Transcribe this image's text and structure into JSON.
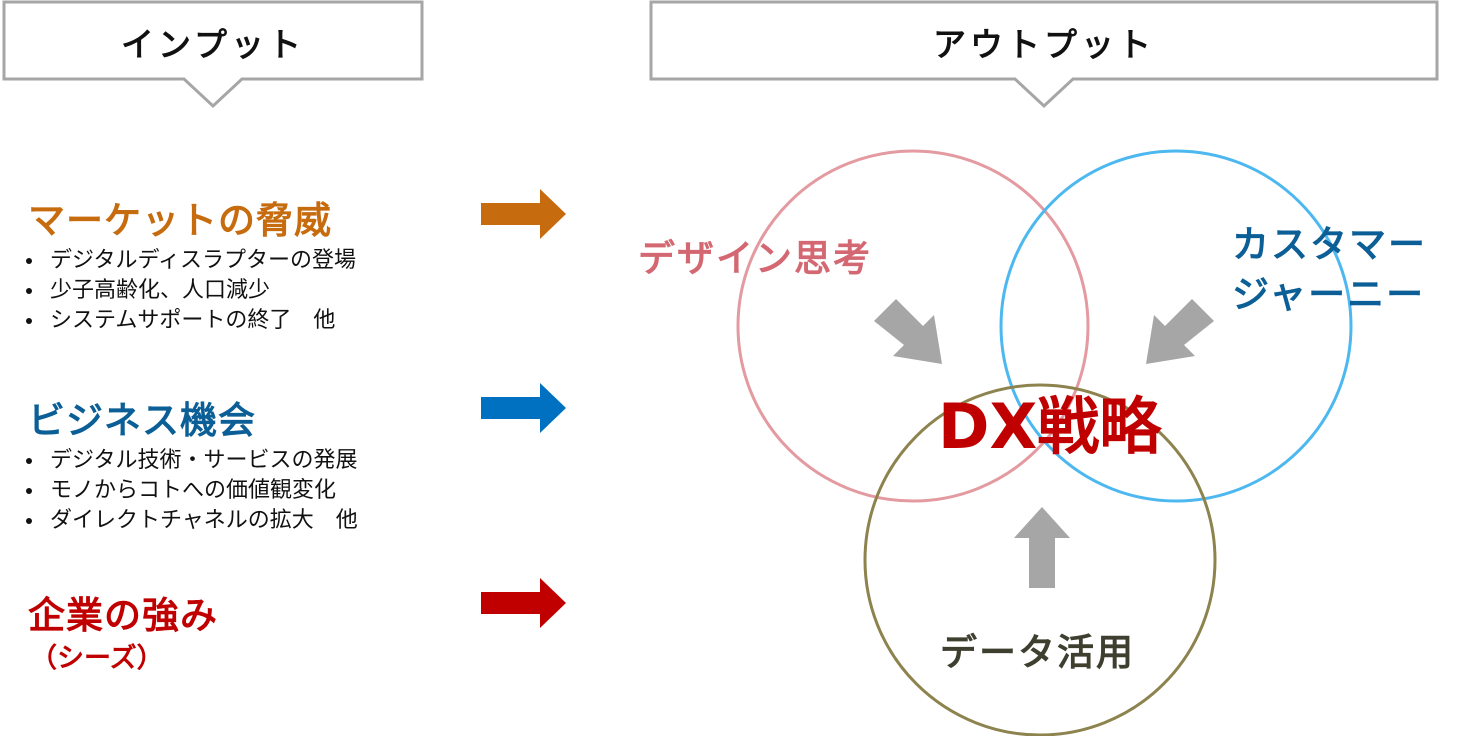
{
  "input_header": "インプット",
  "output_header": "アウトプット",
  "colors": {
    "market": "#c66b0e",
    "business": "#0b5f96",
    "strengths": "#c00000",
    "design": "#d46872",
    "customer": "#0b5f96",
    "data": "#3f3f30",
    "center": "#c00000"
  },
  "categories": [
    {
      "title": "マーケットの脅威",
      "bullets": [
        "デジタルディスラプターの登場",
        "少子高齢化、人口減少",
        "システムサポートの終了　他"
      ]
    },
    {
      "title": "ビジネス機会",
      "bullets": [
        "デジタル技術・サービスの発展",
        "モノからコトへの価値観変化",
        "ダイレクトチャネルの拡大　他"
      ]
    },
    {
      "title": "企業の強み",
      "subtitle": "（シーズ）"
    }
  ],
  "venn": {
    "design_label": "デザイン思考",
    "customer_label_line1": "カスタマー",
    "customer_label_line2": "ジャーニー",
    "data_label": "データ活用",
    "center_label": "DX戦略"
  }
}
